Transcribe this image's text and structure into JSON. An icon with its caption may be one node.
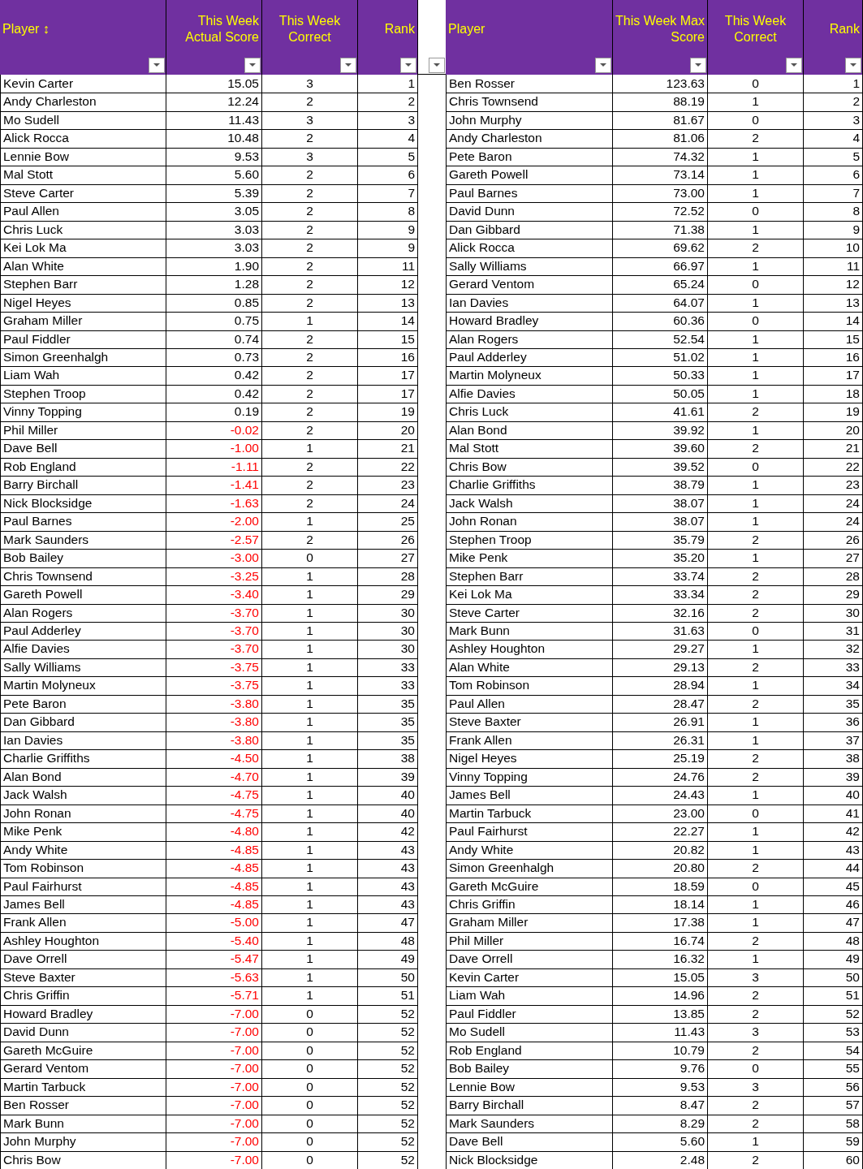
{
  "diagram": {
    "labels": [
      "Player ↕",
      "This Week Actual Score",
      "This Week Correct",
      "Rank",
      "Player",
      "This Week Max Score",
      "This Week Correct",
      "Rank",
      "Kevin Carter",
      "15.05",
      "3",
      "1",
      "Ben Rosser",
      "123.63",
      "0",
      "1",
      "Andy Charleston",
      "12.24",
      "2",
      "2",
      "Chris Townsend",
      "88.19",
      "1",
      "2",
      "Mo Sudell",
      "11.43",
      "3",
      "3",
      "John Murphy",
      "81.67",
      "0",
      "3",
      "Alick Rocca",
      "10.48",
      "2",
      "4",
      "Andy Charleston",
      "81.06",
      "2",
      "4",
      "Lennie Bow",
      "9.53",
      "3",
      "5",
      "Pete Baron",
      "74.32",
      "1",
      "5",
      "Mal Stott",
      "5.60",
      "2",
      "6",
      "Gareth Powell",
      "73.14",
      "1",
      "6",
      "Steve Carter",
      "5.39",
      "2",
      "7",
      "Paul Barnes",
      "73.00",
      "1",
      "7",
      "Paul Allen",
      "3.05",
      "2",
      "8",
      "David Dunn",
      "72.52",
      "0",
      "8",
      "Chris Luck",
      "3.03",
      "2",
      "9",
      "Dan Gibbard",
      "71.38",
      "1",
      "9",
      "Kei Lok Ma",
      "3.03",
      "2",
      "9",
      "Alick Rocca",
      "69.62",
      "2",
      "10",
      "Alan White",
      "1.90",
      "2",
      "11",
      "Sally Williams",
      "66.97",
      "1",
      "11",
      "Stephen Barr",
      "1.28",
      "2",
      "12",
      "Gerard Ventom",
      "65.24",
      "0",
      "12",
      "Nigel Heyes",
      "0.85",
      "2",
      "13",
      "Ian Davies",
      "64.07",
      "1",
      "13",
      "Graham Miller",
      "0.75",
      "1",
      "14",
      "Howard Bradley",
      "60.36",
      "0",
      "14",
      "Paul Fiddler",
      "0.74",
      "2",
      "15",
      "Alan Rogers",
      "52.54",
      "1",
      "15",
      "Simon Greenhalgh",
      "0.73",
      "2",
      "16",
      "Paul Adderley",
      "51.02",
      "1",
      "16",
      "Liam Wah",
      "0.42",
      "2",
      "17",
      "Martin Molyneux",
      "50.33",
      "1",
      "17",
      "Stephen Troop",
      "0.42",
      "2",
      "17",
      "Alfie Davies",
      "50.05",
      "1",
      "18",
      "Vinny Topping",
      "0.19",
      "2",
      "19",
      "Chris Luck",
      "41.61",
      "2",
      "19",
      "Phil Miller",
      "-0.02",
      "2",
      "20",
      "Alan Bond",
      "39.92",
      "1",
      "20",
      "Dave Bell",
      "-1.00",
      "1",
      "21",
      "Mal Stott",
      "39.60",
      "2",
      "21",
      "Rob England",
      "-1.11",
      "2",
      "22",
      "Chris Bow",
      "39.52",
      "0",
      "22",
      "Barry Birchall",
      "-1.41",
      "2",
      "23",
      "Charlie Griffiths",
      "38.79",
      "1",
      "23",
      "Nick Blocksidge",
      "-1.63",
      "2",
      "24",
      "Jack Walsh",
      "38.07",
      "1",
      "24",
      "Paul Barnes",
      "-2.00",
      "1",
      "25",
      "John Ronan",
      "38.07",
      "1",
      "24",
      "Mark Saunders",
      "-2.57",
      "2",
      "26",
      "Stephen Troop",
      "35.79",
      "2",
      "26",
      "Bob Bailey",
      "-3.00",
      "0",
      "27",
      "Mike Penk",
      "35.20",
      "1",
      "27",
      "Chris Townsend",
      "-3.25",
      "1",
      "28",
      "Stephen Barr",
      "33.74",
      "2",
      "28",
      "Gareth Powell",
      "-3.40",
      "1",
      "29",
      "Kei Lok Ma",
      "33.34",
      "2",
      "29",
      "Alan Rogers",
      "-3.70",
      "1",
      "30",
      "Steve Carter",
      "32.16",
      "2",
      "30",
      "Paul Adderley",
      "-3.70",
      "1",
      "30",
      "Mark Bunn",
      "31.63",
      "0",
      "31",
      "Alfie Davies",
      "-3.70",
      "1",
      "30",
      "Ashley Houghton",
      "29.27",
      "1",
      "32",
      "Sally Williams",
      "-3.75",
      "1",
      "33",
      "Alan White",
      "29.13",
      "2",
      "33",
      "Martin Molyneux",
      "-3.75",
      "1",
      "33",
      "Tom Robinson",
      "28.94",
      "1",
      "34",
      "Pete Baron",
      "-3.80",
      "1",
      "35",
      "Paul Allen",
      "28.47",
      "2",
      "35",
      "Dan Gibbard",
      "-3.80",
      "1",
      "35",
      "Steve Baxter",
      "26.91",
      "1",
      "36",
      "Ian Davies",
      "-3.80",
      "1",
      "35",
      "Frank Allen",
      "26.31",
      "1",
      "37",
      "Charlie Griffiths",
      "-4.50",
      "1",
      "38",
      "Nigel Heyes",
      "25.19",
      "2",
      "38",
      "Alan Bond",
      "-4.70",
      "1",
      "39",
      "Vinny Topping",
      "24.76",
      "2",
      "39",
      "Jack Walsh",
      "-4.75",
      "1",
      "40",
      "James Bell",
      "24.43",
      "1",
      "40",
      "John Ronan",
      "-4.75",
      "1",
      "40",
      "Martin Tarbuck",
      "23.00",
      "0",
      "41",
      "Mike Penk",
      "-4.80",
      "1",
      "42",
      "Paul Fairhurst",
      "22.27",
      "1",
      "42",
      "Andy White",
      "-4.85",
      "1",
      "43",
      "Andy White",
      "20.82",
      "1",
      "43",
      "Tom Robinson",
      "-4.85",
      "1",
      "43",
      "Simon Greenhalgh",
      "20.80",
      "2",
      "44",
      "Paul Fairhurst",
      "-4.85",
      "1",
      "43",
      "Gareth McGuire",
      "18.59",
      "0",
      "45",
      "James Bell",
      "-4.85",
      "1",
      "43",
      "Chris Griffin",
      "18.14",
      "1",
      "46",
      "Frank Allen",
      "-5.00",
      "1",
      "47",
      "Graham Miller",
      "17.38",
      "1",
      "47",
      "Ashley Houghton",
      "-5.40",
      "1",
      "48",
      "Phil Miller",
      "16.74",
      "2",
      "48",
      "Dave Orrell",
      "-5.47",
      "1",
      "49",
      "Dave Orrell",
      "16.32",
      "1",
      "49",
      "Steve Baxter",
      "-5.63",
      "1",
      "50",
      "Kevin Carter",
      "15.05",
      "3",
      "50",
      "Chris Griffin",
      "-5.71",
      "1",
      "51",
      "Liam Wah",
      "14.96",
      "2",
      "51",
      "Howard Bradley",
      "-7.00",
      "0",
      "52",
      "Paul Fiddler",
      "13.85",
      "2",
      "52",
      "David Dunn",
      "-7.00",
      "0",
      "52",
      "Mo Sudell",
      "11.43",
      "3",
      "53",
      "Gareth McGuire",
      "-7.00",
      "0",
      "52",
      "Rob England",
      "10.79",
      "2",
      "54",
      "Gerard Ventom",
      "-7.00",
      "0",
      "52",
      "Bob Bailey",
      "9.76",
      "0",
      "55",
      "Martin Tarbuck",
      "-7.00",
      "0",
      "52",
      "Lennie Bow",
      "9.53",
      "3",
      "56",
      "Ben Rosser",
      "-7.00",
      "0",
      "52",
      "Barry Birchall",
      "8.47",
      "2",
      "57",
      "Mark Bunn",
      "-7.00",
      "0",
      "52",
      "Mark Saunders",
      "8.29",
      "2",
      "58",
      "John Murphy",
      "-7.00",
      "0",
      "52",
      "Dave Bell",
      "5.60",
      "1",
      "59",
      "Chris Bow",
      "-7.00",
      "0",
      "52",
      "Nick Blocksidge",
      "2.48",
      "2",
      "60"
    ]
  }
}
